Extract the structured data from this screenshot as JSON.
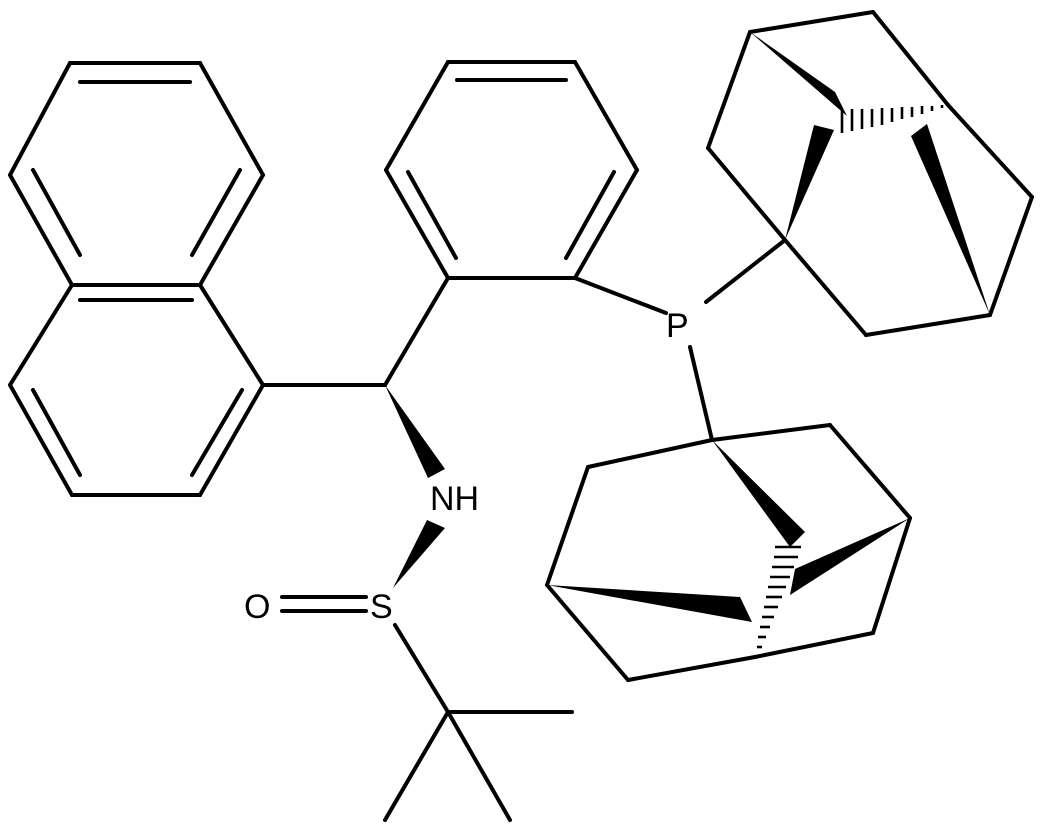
{
  "atom_labels": {
    "phosphorus": "P",
    "amine": "NH",
    "sulfur": "S",
    "oxygen": "O"
  },
  "colors": {
    "background": "#ffffff",
    "ink": "#000000"
  }
}
